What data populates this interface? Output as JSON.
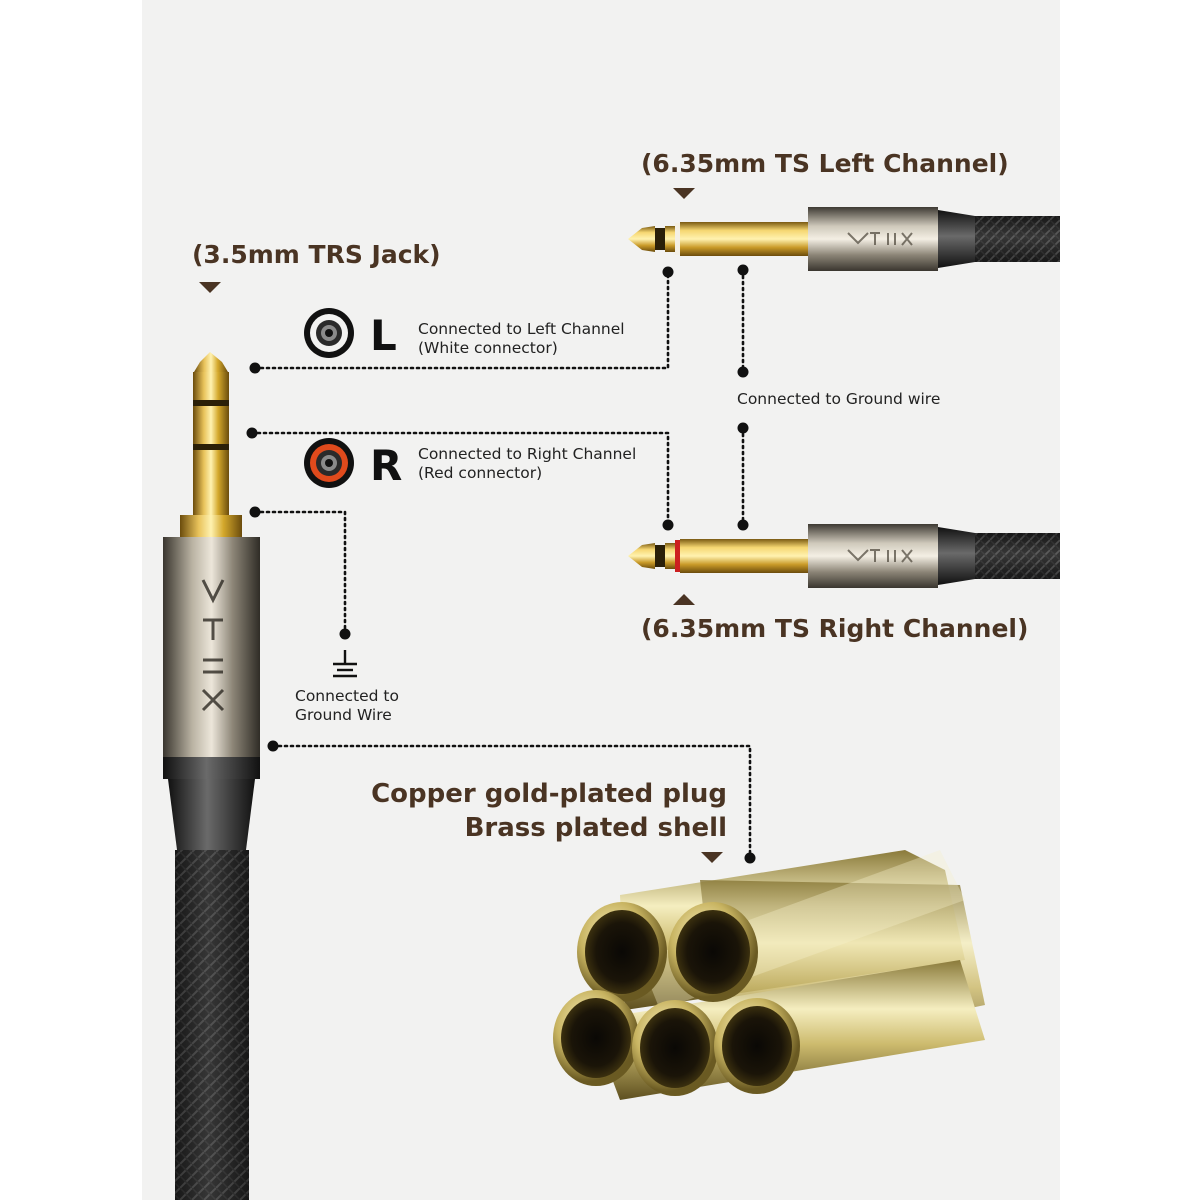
{
  "labels": {
    "trs_jack": "(3.5mm TRS Jack)",
    "ts_left": "(6.35mm TS Left Channel)",
    "ts_right": "(6.35mm TS Right Channel)",
    "left_letter": "L",
    "right_letter": "R",
    "left_desc_line1": "Connected to Left Channel",
    "left_desc_line2": "(White connector)",
    "right_desc_line1": "Connected to Right Channel",
    "right_desc_line2": "(Red connector)",
    "ground_desc_line1": "Connected to",
    "ground_desc_line2": "Ground Wire",
    "ground_wire_note": "Connected to Ground wire",
    "material_line1": "Copper gold-plated plug",
    "material_line2": "Brass plated shell"
  },
  "icons": {
    "left_connector": "white-rca-connector-icon",
    "right_connector": "red-rca-connector-icon",
    "ground": "ground-symbol-icon"
  },
  "colors": {
    "heading": "#4a3423",
    "left_connector_ring": "#ffffff",
    "right_connector_ring": "#e04a1c",
    "gold": "#d4a82c",
    "background": "#f2f2f1"
  }
}
